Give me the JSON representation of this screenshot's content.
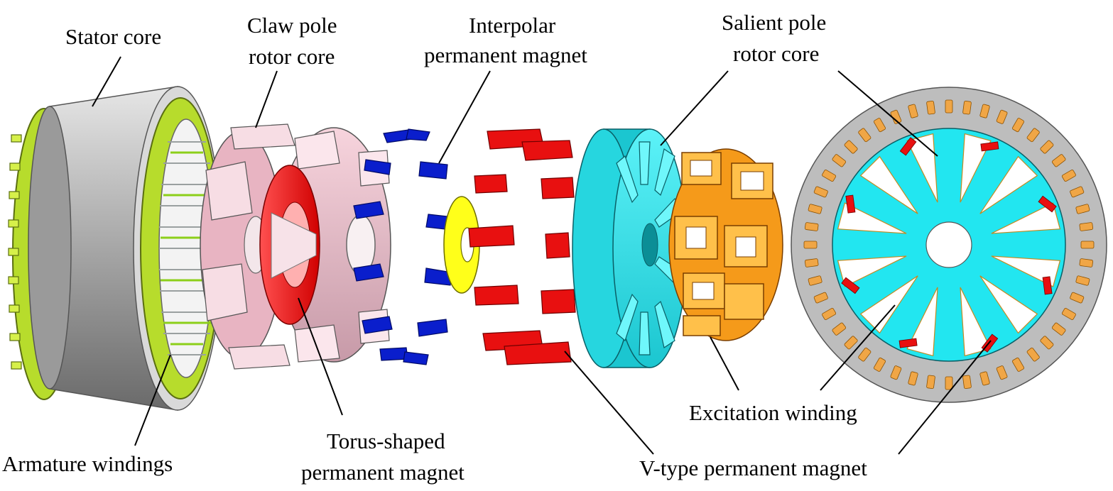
{
  "labels": {
    "stator_core": "Stator core",
    "claw_pole_line1": "Claw pole",
    "claw_pole_line2": "rotor core",
    "interpolar_line1": "Interpolar",
    "interpolar_line2": "permanent magnet",
    "salient_line1": "Salient pole",
    "salient_line2": "rotor core",
    "armature_windings": "Armature windings",
    "torus_line1": "Torus-shaped",
    "torus_line2": "permanent magnet",
    "excitation_winding": "Excitation winding",
    "vtype_pm": "V-type permanent magnet"
  },
  "colors": {
    "stator_grey": "#c8c8c8",
    "armature_green": "#b7dc2c",
    "claw_pink": "#f2c4d0",
    "torus_red": "#ff1a1a",
    "interpolar_blue": "#0a1ecc",
    "ring_yellow": "#ffff1a",
    "salient_cyan": "#22e6f0",
    "excitation_orange": "#f59a1a",
    "vtype_red": "#e81010",
    "crosssection_grey": "#bdbdbd"
  }
}
